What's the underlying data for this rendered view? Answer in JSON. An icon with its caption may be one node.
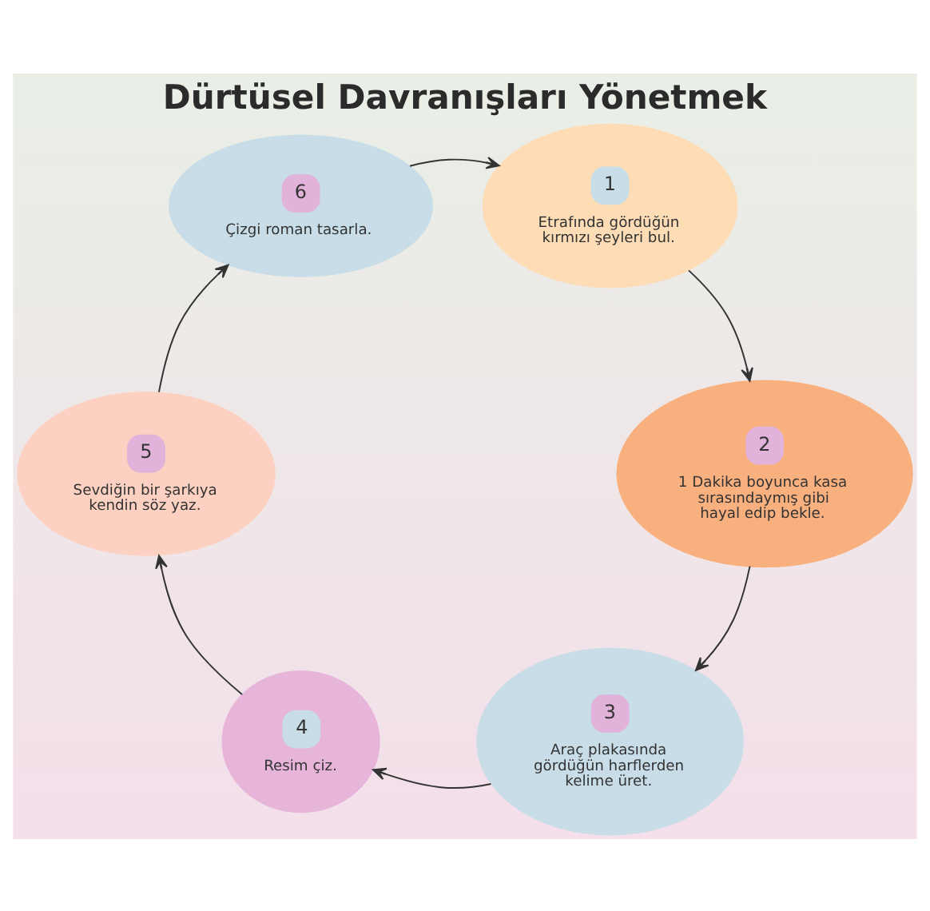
{
  "diagram": {
    "title": "Dürtüsel Davranışları Yönetmek",
    "nodes": [
      {
        "text": [
          "1",
          "Etrafında gördüğün kırmızı şeyleri bul."
        ]
      },
      {
        "text": [
          "2",
          "1 Dakika boyunca kasa sırasındaymış gibi hayal edip bekle."
        ]
      },
      {
        "text": [
          "3",
          "Araç plakasında gördüğün harflerden kelime üret."
        ]
      },
      {
        "text": [
          "4",
          "Resim çiz."
        ]
      },
      {
        "text": [
          "5",
          "Sevdiğin bir şarkıya kendin söz yaz."
        ]
      },
      {
        "text": [
          "6",
          "Çizgi roman tasarla."
        ]
      }
    ],
    "edges": [
      {
        "from": 0,
        "to": 1,
        "arrow": "to"
      },
      {
        "from": 1,
        "to": 2,
        "arrow": "to"
      },
      {
        "from": 2,
        "to": 3,
        "arrow": "to"
      },
      {
        "from": 3,
        "to": 4,
        "arrow": "to"
      },
      {
        "from": 4,
        "to": 5,
        "arrow": "to"
      },
      {
        "from": 5,
        "to": 0,
        "arrow": "to"
      }
    ]
  }
}
